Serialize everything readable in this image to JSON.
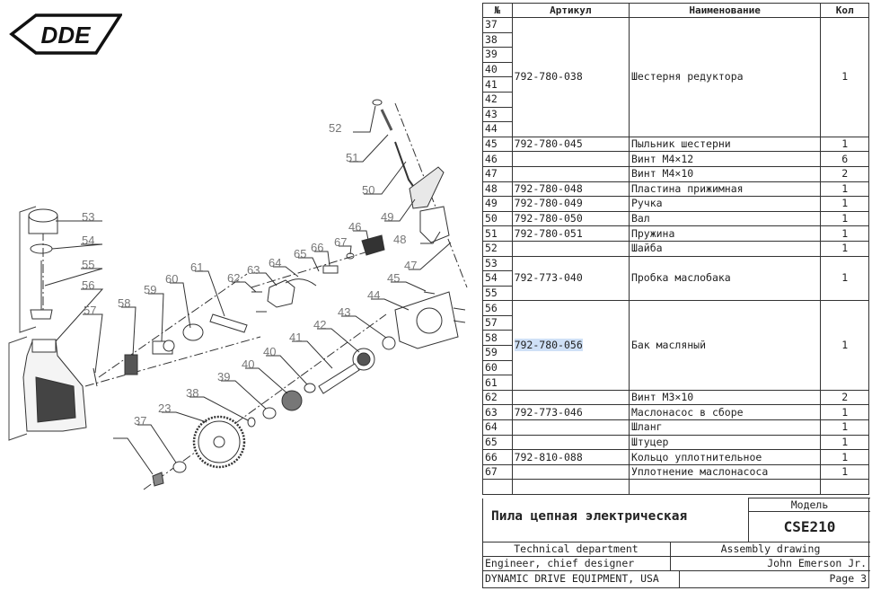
{
  "logo": {
    "text": "DDE"
  },
  "spec": {
    "headers": {
      "num": "№",
      "article": "Артикул",
      "name": "Наименование",
      "qty": "Кол"
    },
    "rows": [
      {
        "num": "37"
      },
      {
        "num": "38"
      },
      {
        "num": "39"
      },
      {
        "num": "40"
      },
      {
        "num": "41"
      },
      {
        "num": "42"
      },
      {
        "num": "43"
      },
      {
        "num": "44"
      },
      {
        "num": "45",
        "article": "792-780-045",
        "name": "Пыльник шестерни",
        "qty": "1"
      },
      {
        "num": "46",
        "article": "",
        "name": "Винт M4×12",
        "qty": "6"
      },
      {
        "num": "47",
        "article": "",
        "name": "Винт M4×10",
        "qty": "2"
      },
      {
        "num": "48",
        "article": "792-780-048",
        "name": "Пластина прижимная",
        "qty": "1"
      },
      {
        "num": "49",
        "article": "792-780-049",
        "name": "Ручка",
        "qty": "1"
      },
      {
        "num": "50",
        "article": "792-780-050",
        "name": "Вал",
        "qty": "1"
      },
      {
        "num": "51",
        "article": "792-780-051",
        "name": "Пружина",
        "qty": "1"
      },
      {
        "num": "52",
        "article": "",
        "name": "Шайба",
        "qty": "1"
      },
      {
        "num": "53"
      },
      {
        "num": "54"
      },
      {
        "num": "55"
      },
      {
        "num": "56"
      },
      {
        "num": "57"
      },
      {
        "num": "58"
      },
      {
        "num": "59"
      },
      {
        "num": "60"
      },
      {
        "num": "61"
      },
      {
        "num": "62",
        "article": "",
        "name": "Винт M3×10",
        "qty": "2"
      },
      {
        "num": "63",
        "article": "792-773-046",
        "name": "Маслонасос в сборе",
        "qty": "1"
      },
      {
        "num": "64",
        "article": "",
        "name": "Шланг",
        "qty": "1"
      },
      {
        "num": "65",
        "article": "",
        "name": "Штуцер",
        "qty": "1"
      },
      {
        "num": "66",
        "article": "792-810-088",
        "name": "Кольцо уплотнительное",
        "qty": "1"
      },
      {
        "num": "67",
        "article": "",
        "name": "Уплотнение маслонасоса",
        "qty": "1"
      },
      {
        "num": ""
      }
    ],
    "groups": [
      {
        "start": 0,
        "span": 8,
        "article": "792-780-038",
        "name": "Шестерня редуктора",
        "qty": "1"
      },
      {
        "start": 16,
        "span": 3,
        "article": "792-773-040",
        "name": "Пробка маслобака",
        "qty": "1"
      },
      {
        "start": 19,
        "span": 6,
        "article": "792-780-056",
        "name": "Бак масляный",
        "qty": "1",
        "highlight": true
      }
    ]
  },
  "title_block": {
    "model_label": "Модель",
    "product_name": "Пила цепная электрическая",
    "model": "CSE210",
    "department": "Technical department",
    "drawing_type": "Assembly drawing",
    "role": "Engineer, chief designer",
    "person": "John Emerson Jr.",
    "company": "DYNAMIC DRIVE EQUIPMENT, USA",
    "page": "Page 3"
  },
  "callouts": [
    "52",
    "51",
    "50",
    "49",
    "48",
    "47",
    "53",
    "54",
    "55",
    "56",
    "57",
    "58",
    "59",
    "60",
    "61",
    "62",
    "63",
    "64",
    "65",
    "66",
    "67",
    "46",
    "45",
    "44",
    "43",
    "42",
    "41",
    "40",
    "40",
    "39",
    "38",
    "23",
    "37"
  ]
}
